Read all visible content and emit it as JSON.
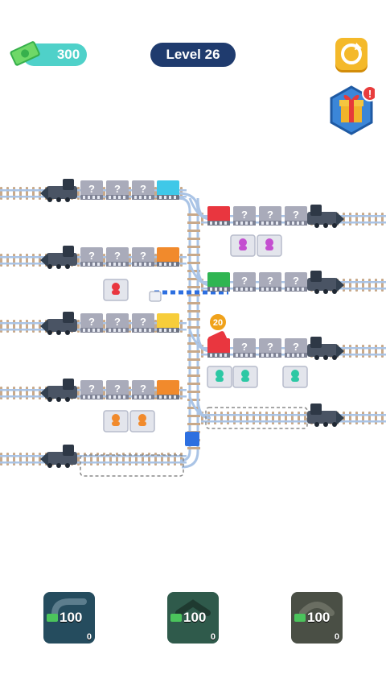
{
  "hud": {
    "cash_value": "300",
    "level_label": "Level 26",
    "restart_icon": "restart-icon",
    "gift_icon": "gift-icon",
    "gift_badge": "!"
  },
  "board": {
    "mystery_label": "?",
    "timer_value": "20"
  },
  "shop": [
    {
      "price": "100",
      "count": "0",
      "icon": "track-piece-icon"
    },
    {
      "price": "100",
      "count": "0",
      "icon": "track-piece-icon"
    },
    {
      "price": "100",
      "count": "0",
      "icon": "track-piece-icon"
    }
  ],
  "colors": {
    "cyan": "#3fc8e8",
    "orange": "#f18a2c",
    "yellow": "#f7cd3a",
    "red": "#e9363f",
    "green": "#2fb552",
    "blue": "#2d6fe0",
    "magenta": "#c44fd0",
    "teal": "#2cc8a4",
    "rail": "#aac4e6",
    "track_tie": "#c8a98a",
    "wagon": "#a9abba",
    "locomotive": "#4a5464"
  }
}
